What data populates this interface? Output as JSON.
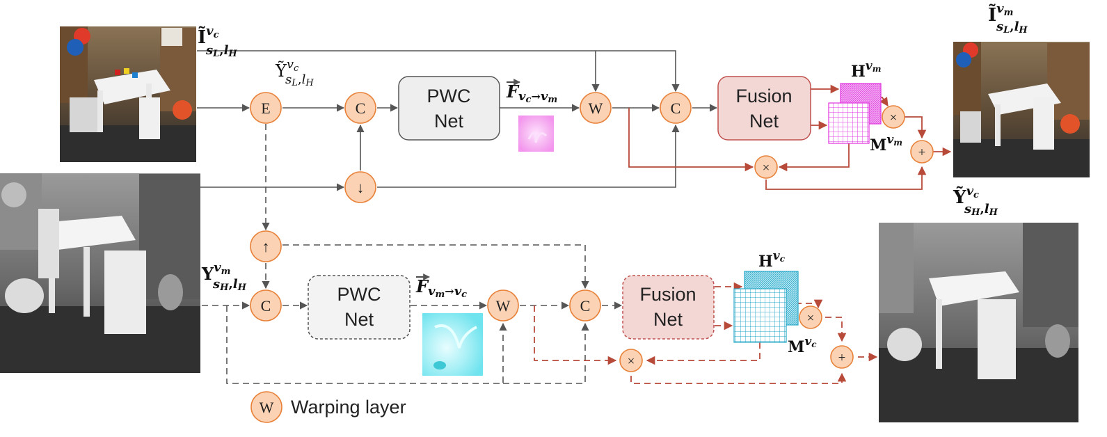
{
  "nodes": {
    "encode": "E",
    "concat_top_1": "C",
    "downsample": "↓",
    "warp_top": "W",
    "concat_top_2": "C",
    "upsample": "↑",
    "concat_bottom_1": "C",
    "warp_bottom": "W",
    "concat_bottom_2": "C",
    "mult_top_1": "×",
    "mult_top_2": "×",
    "add_top": "+",
    "mult_bottom_1": "×",
    "mult_bottom_2": "×",
    "add_bottom": "+"
  },
  "boxes": {
    "pwc_top": [
      "PWC",
      "Net"
    ],
    "fusion_top": [
      "Fusion",
      "Net"
    ],
    "pwc_bottom": [
      "PWC",
      "Net"
    ],
    "fusion_bottom": [
      "Fusion",
      "Net"
    ]
  },
  "labels": {
    "input_top": "Ĩ",
    "input_top_sup": "v",
    "input_top_sup_sub": "c",
    "input_top_sub": "s",
    "input_top_sub_sub": "L",
    "input_top_sub2": "l",
    "input_top_sub2_sub": "H",
    "y_low": "Ỹ",
    "y_low_sup": "v",
    "y_low_sup_sub": "c",
    "y_low_sub": "s",
    "y_low_sub_sub": "L",
    "y_low_sub2": "l",
    "y_low_sub2_sub": "H",
    "flow_top": "F",
    "flow_top_sub": "v",
    "flow_top_sub_a": "c",
    "flow_top_arrow": "→",
    "flow_top_sub_b": "v",
    "flow_top_sub_c": "m",
    "input_bottom": "Y",
    "input_bottom_sup": "v",
    "input_bottom_sup_sub": "m",
    "input_bottom_sub": "s",
    "input_bottom_sub_sub": "H",
    "input_bottom_sub2": "l",
    "input_bottom_sub2_sub": "H",
    "flow_bottom": "F",
    "flow_bottom_sub": "v",
    "flow_bottom_sub_a": "m",
    "flow_bottom_arrow": "→",
    "flow_bottom_sub_b": "v",
    "flow_bottom_sub_c": "c",
    "h_top": "H",
    "h_top_sup": "v",
    "h_top_sup_sub": "m",
    "m_top": "M",
    "m_top_sup": "v",
    "m_top_sup_sub": "m",
    "h_bottom": "H",
    "h_bottom_sup": "v",
    "h_bottom_sup_sub": "c",
    "m_bottom": "M",
    "m_bottom_sup": "v",
    "m_bottom_sup_sub": "c",
    "output_top": "Ĩ",
    "output_top_sup": "v",
    "output_top_sup_sub": "m",
    "output_top_sub": "s",
    "output_top_sub_sub": "L",
    "output_top_sub2": "l",
    "output_top_sub2_sub": "H",
    "output_bottom": "Ỹ",
    "output_bottom_sup": "v",
    "output_bottom_sup_sub": "c",
    "output_bottom_sub": "s",
    "output_bottom_sub_sub": "H",
    "output_bottom_sub2": "l",
    "output_bottom_sub2_sub": "H"
  },
  "legend": {
    "symbol": "W",
    "text": "Warping layer"
  },
  "colors": {
    "node_fill": "#fbd3b4",
    "node_stroke": "#e8823a",
    "arrow_gray": "#555555",
    "arrow_red": "#b84a3a",
    "fusion_fill": "#f2d7d5",
    "fusion_stroke": "#c0504d",
    "pwc_fill_top": "#eeeeee",
    "pwc_fill_bottom": "#f3f3f3",
    "grid_top": "#e033e0",
    "grid_bottom": "#2aa8c8"
  }
}
